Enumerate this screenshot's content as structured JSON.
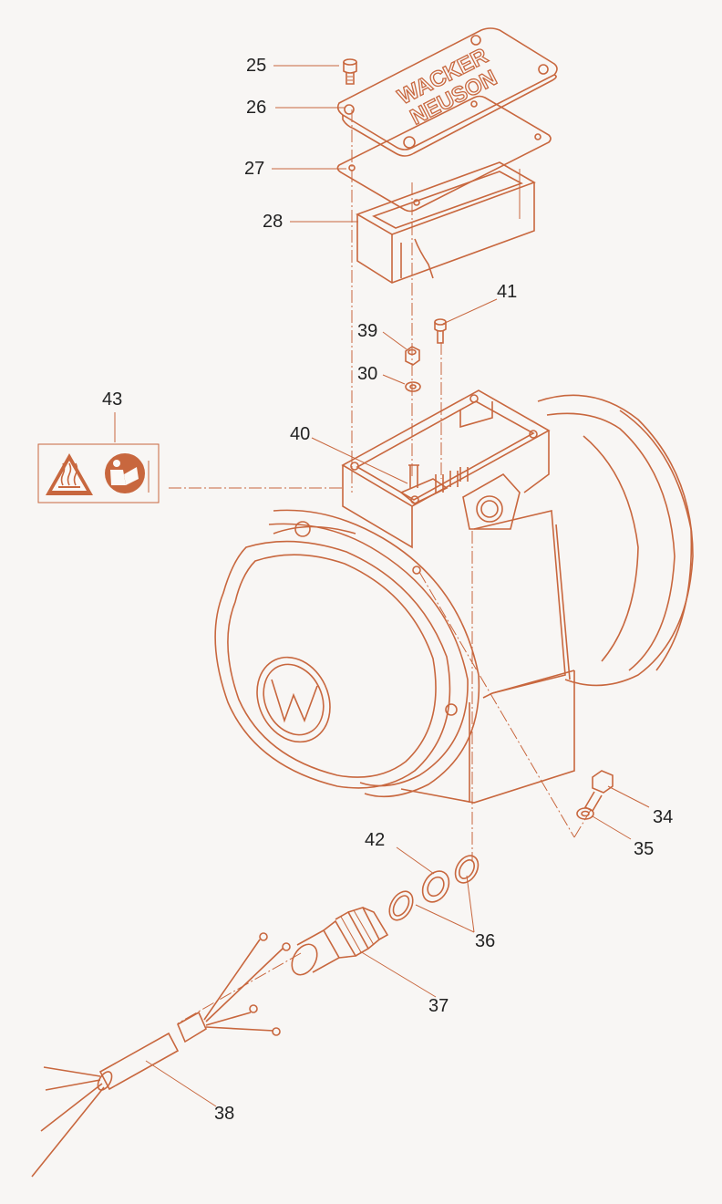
{
  "callouts": {
    "p25": "25",
    "p26": "26",
    "p27": "27",
    "p28": "28",
    "p41": "41",
    "p39": "39",
    "p30": "30",
    "p43": "43",
    "p40": "40",
    "p34": "34",
    "p35": "35",
    "p42": "42",
    "p36": "36",
    "p37": "37",
    "p38": "38"
  },
  "cover_logo": {
    "line1": "WACKER",
    "line2": "NEUSON"
  },
  "colors": {
    "line": "#c8673e",
    "background": "#f8f6f4",
    "text": "#222222"
  },
  "icons": [
    "hot-surface-warning-icon",
    "read-manual-icon",
    "wacker-neuson-logo-icon"
  ]
}
